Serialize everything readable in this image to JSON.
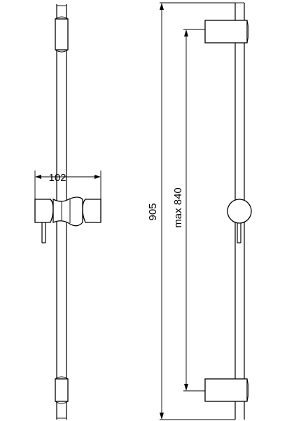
{
  "dimensions": {
    "width_label": "102",
    "total_height_label": "905",
    "max_height_label": "max 840"
  }
}
